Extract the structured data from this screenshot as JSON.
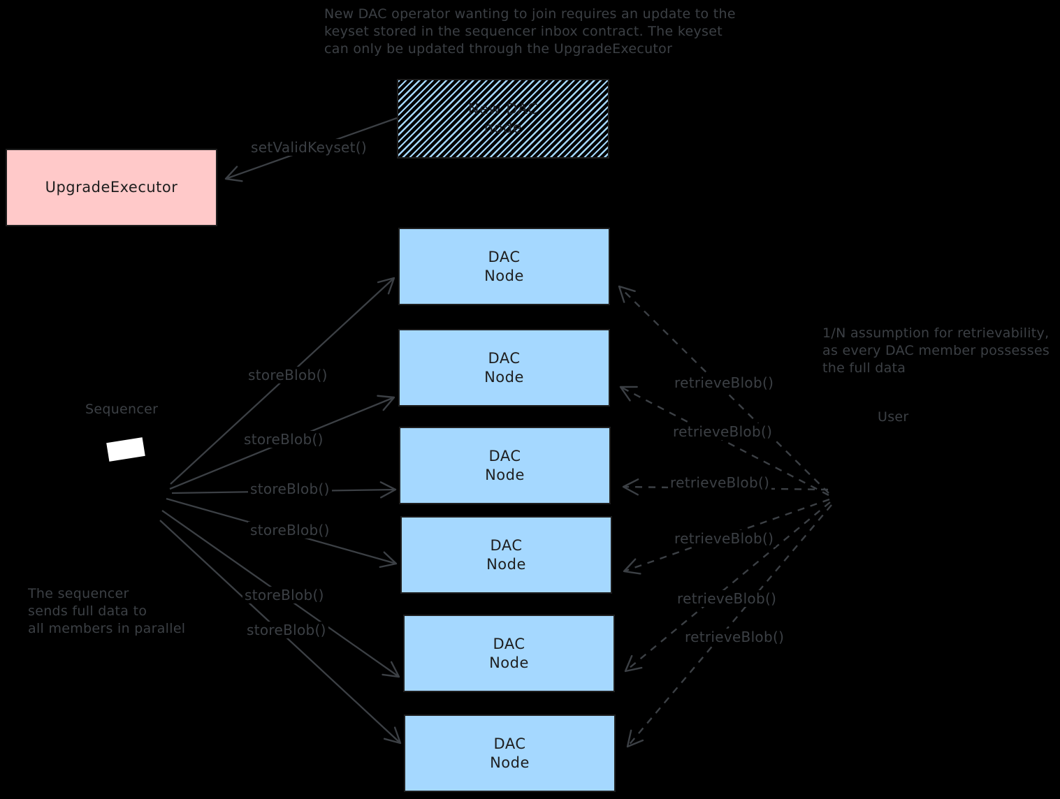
{
  "diagram": {
    "background_color": "#000000",
    "ink_color": "#3c4045",
    "top_note": "New DAC operator wanting to join requires an update to the\nkeyset stored in the sequencer inbox contract. The keyset\ncan only be updated through the UpgradeExecutor",
    "left_note": "The sequencer\nsends full data to\nall members in parallel",
    "right_note": "1/N assumption for retrievability,\nas every DAC member possesses\nthe full data"
  },
  "nodes": {
    "upgrade_executor": {
      "label": "UpgradeExecutor",
      "fill": "#ffc9c9"
    },
    "new_dac_node": {
      "label": "New DAC\nnode",
      "hatch_color": "#a5d8ff"
    },
    "sequencer": {
      "label": "Sequencer"
    },
    "user": {
      "label": "User"
    },
    "dac_nodes": [
      {
        "label": "DAC\nNode"
      },
      {
        "label": "DAC\nNode"
      },
      {
        "label": "DAC\nNode"
      },
      {
        "label": "DAC\nNode"
      },
      {
        "label": "DAC\nNode"
      },
      {
        "label": "DAC\nNode"
      }
    ]
  },
  "edges": {
    "set_valid_keyset": "setValidKeyset()",
    "store_blob": "storeBlob()",
    "retrieve_blob": "retrieveBlob()"
  }
}
